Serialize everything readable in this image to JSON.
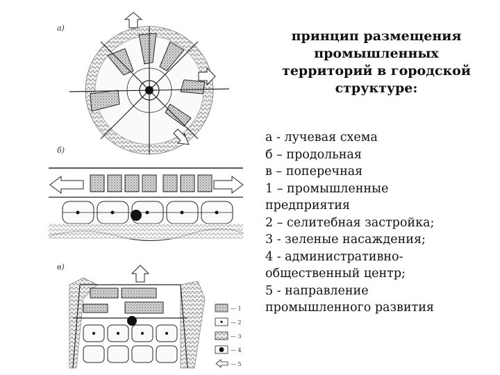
{
  "title_lines": [
    "принцип размещения",
    "промышленных",
    "территорий в городской",
    "структуре:"
  ],
  "legend_lines": [
    "а - лучевая схема",
    "б – продольная",
    "в – поперечная",
    "1 – промышленные",
    "предприятия",
    "2 – селитебная застройка;",
    "3 - зеленые насаждения;",
    "4 - административно-",
    "общественный центр;",
    "5 - направление",
    "промышленного развития"
  ],
  "figure": {
    "panel_labels": [
      "а)",
      "б)",
      "в)"
    ],
    "key_labels": [
      "— 1",
      "— 2",
      "— 3",
      "— 4",
      "— 5"
    ]
  }
}
